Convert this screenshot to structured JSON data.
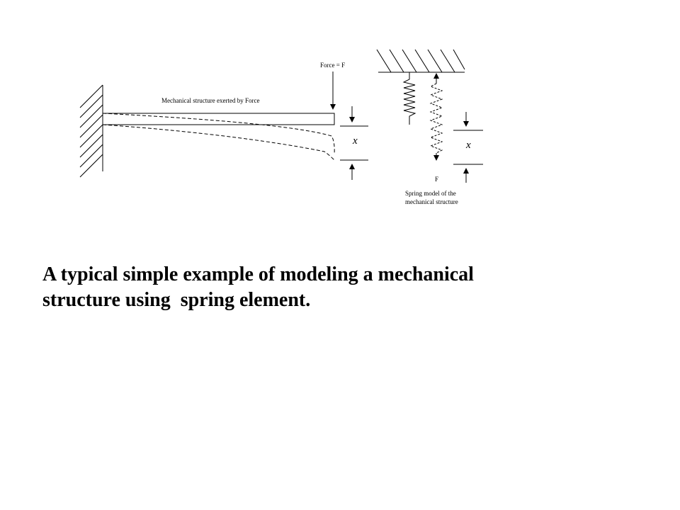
{
  "diagram": {
    "force_label": "Force = F",
    "structure_label": "Mechanical structure exerted by Force",
    "displacement_symbol_beam": "x",
    "displacement_symbol_spring": "x",
    "spring_force_label": "F",
    "spring_model_label_line1": "Spring model of the",
    "spring_model_label_line2": "mechanical structure"
  },
  "caption": {
    "line1": "A typical simple example of modeling a mechanical",
    "line2": "structure using  spring element."
  }
}
